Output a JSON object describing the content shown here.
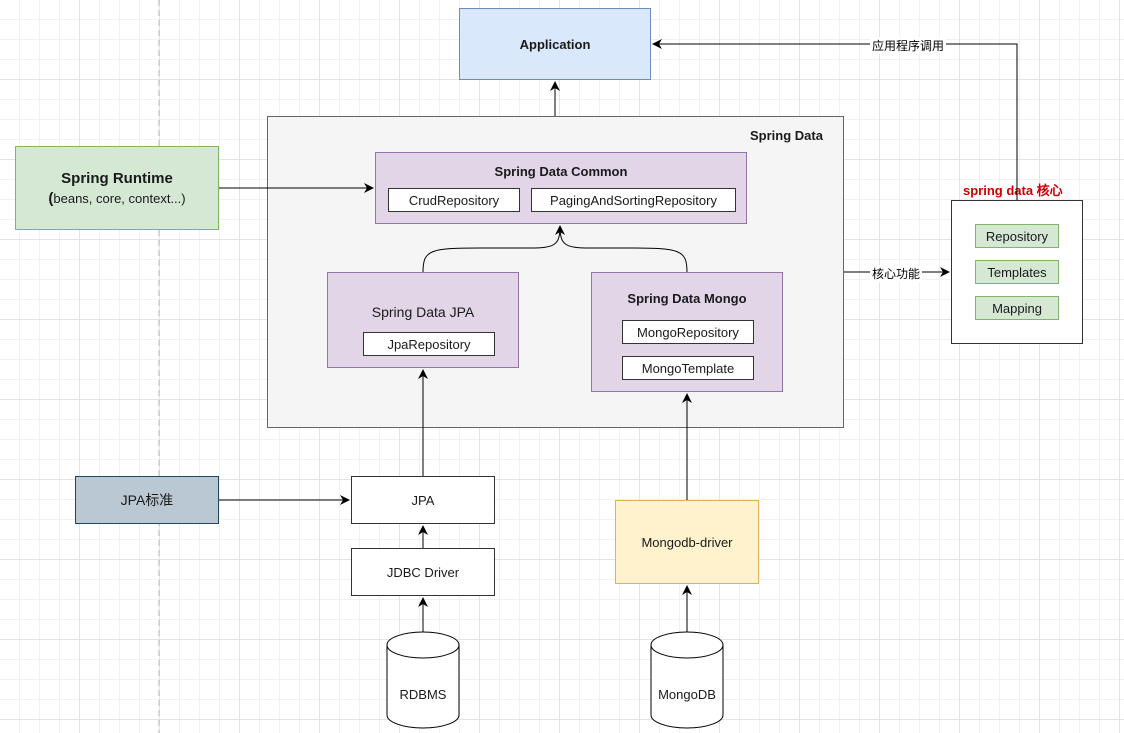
{
  "application": {
    "label": "Application"
  },
  "spring_data": {
    "title": "Spring Data"
  },
  "spring_data_common": {
    "title": "Spring Data Common",
    "items": [
      "CrudRepository",
      "PagingAndSortingRepository"
    ]
  },
  "spring_runtime": {
    "title": "Spring Runtime",
    "subtitle_paren": "(",
    "subtitle": "beans, core, context...)"
  },
  "spring_data_jpa": {
    "title": "Spring Data JPA",
    "items": [
      "JpaRepository"
    ]
  },
  "spring_data_mongo": {
    "title": "Spring Data Mongo",
    "items": [
      "MongoRepository",
      "MongoTemplate"
    ]
  },
  "core_panel": {
    "title": "spring data 核心",
    "title_color": "#cc0000",
    "items": [
      "Repository",
      "Templates",
      "Mapping"
    ]
  },
  "edge_labels": {
    "app_call": "应用程序调用",
    "core_features": "核心功能"
  },
  "jpa_standard": {
    "label": "JPA标准"
  },
  "jpa": {
    "label": "JPA"
  },
  "jdbc_driver": {
    "label": "JDBC Driver"
  },
  "mongodb_driver": {
    "label": "Mongodb-driver"
  },
  "rdbms": {
    "label": "RDBMS"
  },
  "mongodb": {
    "label": "MongoDB"
  }
}
